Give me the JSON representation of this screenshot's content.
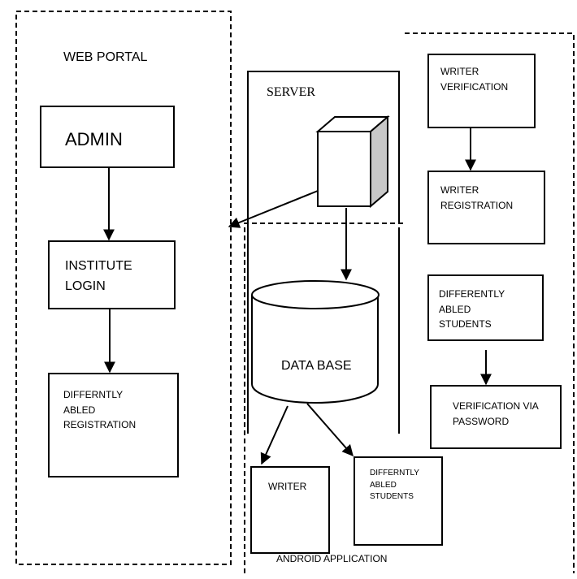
{
  "labels": {
    "web_portal": "WEB PORTAL",
    "admin": "ADMIN",
    "institute_login": "INSTITUTE\nLOGIN",
    "differntly_abled_registration": "DIFFERNTLY\nABLED\nREGISTRATION",
    "server": "SERVER",
    "data_base": "DATA BASE",
    "writer": "WRITER",
    "differntly_abled_students": "DIFFERNTLY\nABLED\nSTUDENTS",
    "writer_verification": "WRITER\nVERIFICATION",
    "writer_registration": "WRITER\nREGISTRATION",
    "differently_abled_students": "DIFFERENTLY\nABLED\nSTUDENTS",
    "verification_via_password": "VERIFICATION VIA\nPASSWORD",
    "android_application": "ANDROID APPLICATION"
  },
  "colors": {
    "line": "#000000",
    "box_fill": "#ffffff",
    "server_side": "#c8c8c8",
    "server_top": "#ffffff"
  },
  "icons": {
    "server": "server-icon",
    "database": "database-cylinder"
  }
}
